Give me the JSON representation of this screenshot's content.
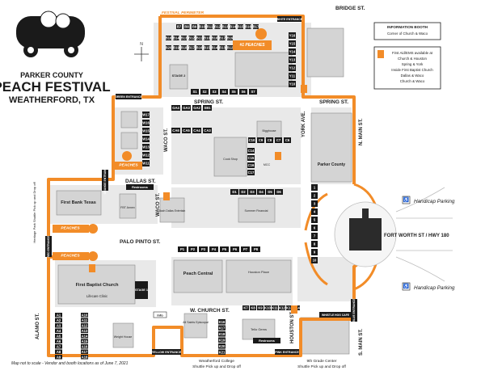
{
  "title": {
    "line1": "PARKER COUNTY",
    "line2": "PEACH FESTIVAL",
    "line3": "WEATHERFORD, TX"
  },
  "streets": {
    "bridge": "BRIDGE ST.",
    "spring_a": "SPRING ST.",
    "spring_b": "SPRING ST.",
    "dallas": "DALLAS ST.",
    "palo_pinto": "PALO PINTO ST.",
    "w_church": "W. CHURCH ST.",
    "waco_a": "WACO ST.",
    "waco_b": "WACO ST.",
    "york": "YORK AVE.",
    "houston": "HOUSTON ST.",
    "alamo": "ALAMO ST.",
    "n_main": "N. MAIN ST.",
    "s_main": "S. MAIN ST.",
    "fort_worth": "FORT WORTH ST / HWY 180"
  },
  "entrances": {
    "festival_perimeter": "FESTIVAL PERIMETER",
    "white": "WHITE ENTRANCE",
    "green": "GREEN ENTRANCE",
    "orange": "ORANGE ENTRANCE",
    "red": "RED ENTRANCE",
    "blue": "BLUE ENTRANCE",
    "yellow": "YELLOW ENTRANCE",
    "pink": "PINK ENTRANCE",
    "whistle": "WHISTLE HOG CAFE"
  },
  "info_booth": {
    "title": "INFORMATION BOOTH",
    "location": "Corner of Church & Waco"
  },
  "first_aid": {
    "title": "First Aid/EMS available at",
    "locations": [
      "Church & Houston",
      "Spring & York",
      "Inside First Baptist Church",
      "Dallas & Waco",
      "Church & Waco"
    ]
  },
  "peaches": [
    "#1 PEACHES",
    "PEACHES",
    "PEACHES",
    "PEACHES"
  ],
  "buildings": {
    "first_bank": "First Bank Texas",
    "first_baptist": "First Baptist Church",
    "lifecare": "Lifecare Clinic",
    "peach_central": "Peach Central",
    "houston_place": "Houston Place",
    "parker_county": "Parker County",
    "all_saints": "All Saints Episcopal",
    "tello_gems": "Tello Gems",
    "weight_house": "Weight House",
    "fbt_annex": "FBT Annex",
    "bach_dallas": "Bach Dallas Entertain",
    "summer_financial": "Summer Financial",
    "bigghouse": "Bigghouse",
    "stage1": "STAGE 1",
    "stage2": "STAGE 2",
    "restrooms": "Restrooms",
    "info": "Info",
    "cook_shop": "Cook Shop",
    "mcc": "MCC"
  },
  "handicap": [
    "Handicap Parking",
    "Handicap Parking"
  ],
  "shuttles": {
    "heritage": "Heritage Park Shuttle Pick up and Drop off",
    "wcollege_1": "Weatherford College",
    "wcollege_2": "Shuttle Pick up and Drop off",
    "ninth_1": "9th Grade Center",
    "ninth_2": "Shuttle Pick up and Drop off"
  },
  "footnote": "Map not to scale  -  Vendor and booth locations as of June 7, 2021",
  "compass": "N",
  "colors": {
    "orange": "#f28c28",
    "dark_booth": "#1a1a1a",
    "building": "#d4d4d4",
    "block": "#e9e9e9"
  },
  "booths": {
    "bridge_top": [
      "B7",
      "B8",
      "B9",
      "B10",
      "B11",
      "B12",
      "B13",
      "B14",
      "B15",
      "B16",
      "B17"
    ],
    "bridge_r1": [
      "B16",
      "B14",
      "B13",
      "B12",
      "B11",
      "B10",
      "B18",
      "B17",
      "B19"
    ],
    "bridge_r2": [
      "B20",
      "B19",
      "B18",
      "B17",
      "B16",
      "B15",
      "B14",
      "B13",
      "B12"
    ],
    "spring_row": [
      "S1",
      "S2",
      "S3",
      "S4",
      "S5",
      "S6",
      "S7"
    ],
    "york_col": [
      "Y16",
      "Y15",
      "Y14",
      "Y13",
      "Y12",
      "Y11",
      "Y10"
    ],
    "waco_col": [
      "W17",
      "W16",
      "W15",
      "W14",
      "W13",
      "W12",
      "W11"
    ],
    "ga_row": [
      "GA4",
      "GA3",
      "GA2",
      "SB1"
    ],
    "ca_row": [
      "CA6",
      "CA5",
      "CA4",
      "CA3"
    ],
    "mid_row": [
      "C10",
      "C9",
      "C8",
      "C7",
      "C6"
    ],
    "c_col": [
      "C14",
      "C15",
      "C16",
      "C17"
    ],
    "dallas_row": [
      "D1",
      "D2",
      "D3",
      "D4",
      "D5",
      "D6"
    ],
    "palo_row": [
      "P1",
      "P2",
      "P3",
      "P4",
      "P5",
      "P6",
      "P7",
      "P8"
    ],
    "church_row": [
      "K7",
      "K8",
      "K9",
      "K10",
      "K11",
      "K12",
      "K13",
      "K14"
    ],
    "alamo_a": [
      "A1",
      "A2",
      "A3",
      "A4",
      "A5",
      "A6",
      "A7",
      "A8",
      "A9"
    ],
    "alamo_b": [
      "A10",
      "A11",
      "A12",
      "A13",
      "A14",
      "A15",
      "A16",
      "A17",
      "A18"
    ],
    "k_col": [
      "K16",
      "K17",
      "K18",
      "K19",
      "K20",
      "K21"
    ],
    "right_nums": [
      "1",
      "2",
      "3",
      "4",
      "5",
      "6",
      "7",
      "8",
      "9",
      "10"
    ]
  }
}
